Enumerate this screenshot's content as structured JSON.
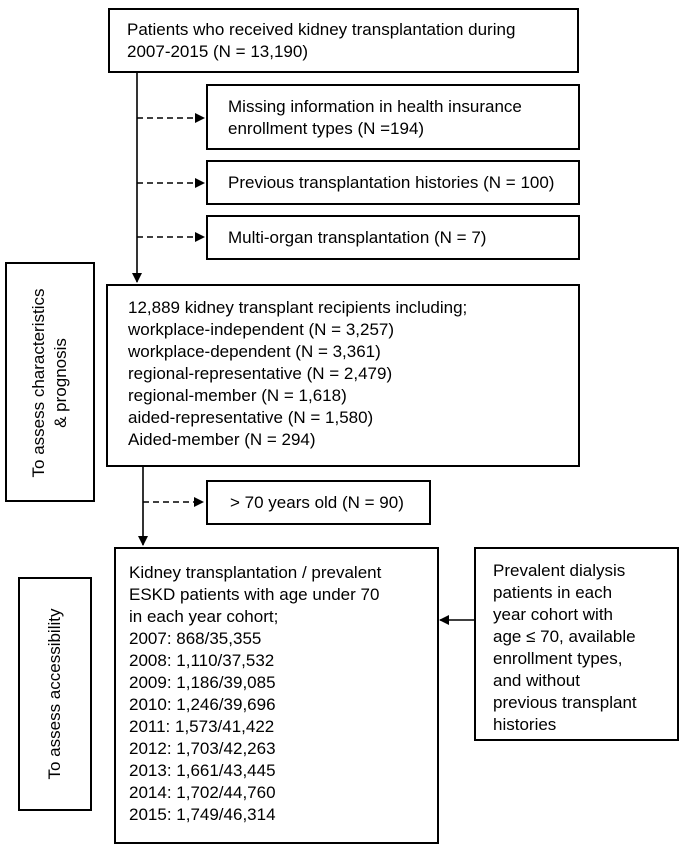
{
  "boxes": {
    "initial": {
      "line1": "Patients who received kidney transplantation during",
      "line2": "2007-2015 (N = 13,190)"
    },
    "exclusion_insurance": {
      "line1": "Missing information in health insurance",
      "line2": "enrollment types (N =194)"
    },
    "exclusion_previous": {
      "line1": "Previous transplantation histories (N = 100)"
    },
    "exclusion_multiorgan": {
      "line1": "Multi-organ transplantation (N = 7)"
    },
    "recipients": {
      "lines": [
        "12,889 kidney transplant recipients including;",
        "workplace-independent (N = 3,257)",
        "workplace-dependent (N = 3,361)",
        "regional-representative (N = 2,479)",
        "regional-member (N = 1,618)",
        "aided-representative (N = 1,580)",
        "Aided-member (N = 294)"
      ]
    },
    "exclusion_age": {
      "line1": "> 70 years old (N = 90)"
    },
    "accessibility": {
      "lines": [
        "Kidney transplantation / prevalent",
        "ESKD patients with age under 70",
        "in each year cohort;",
        "2007: 868/35,355",
        "2008: 1,110/37,532",
        "2009: 1,186/39,085",
        "2010: 1,246/39,696",
        "2011: 1,573/41,422",
        "2012: 1,703/42,263",
        "2013: 1,661/43,445",
        "2014: 1,702/44,760",
        "2015: 1,749/46,314"
      ]
    },
    "dialysis": {
      "lines": [
        "Prevalent dialysis",
        "patients in each",
        "year cohort with",
        "age ≤ 70, available",
        "enrollment types,",
        "and without",
        "previous transplant",
        "histories"
      ]
    }
  },
  "side_labels": {
    "characteristics": {
      "line1": "To assess characteristics",
      "line2": "& prognosis"
    },
    "accessibility": {
      "line1": "To assess accessibility"
    }
  }
}
